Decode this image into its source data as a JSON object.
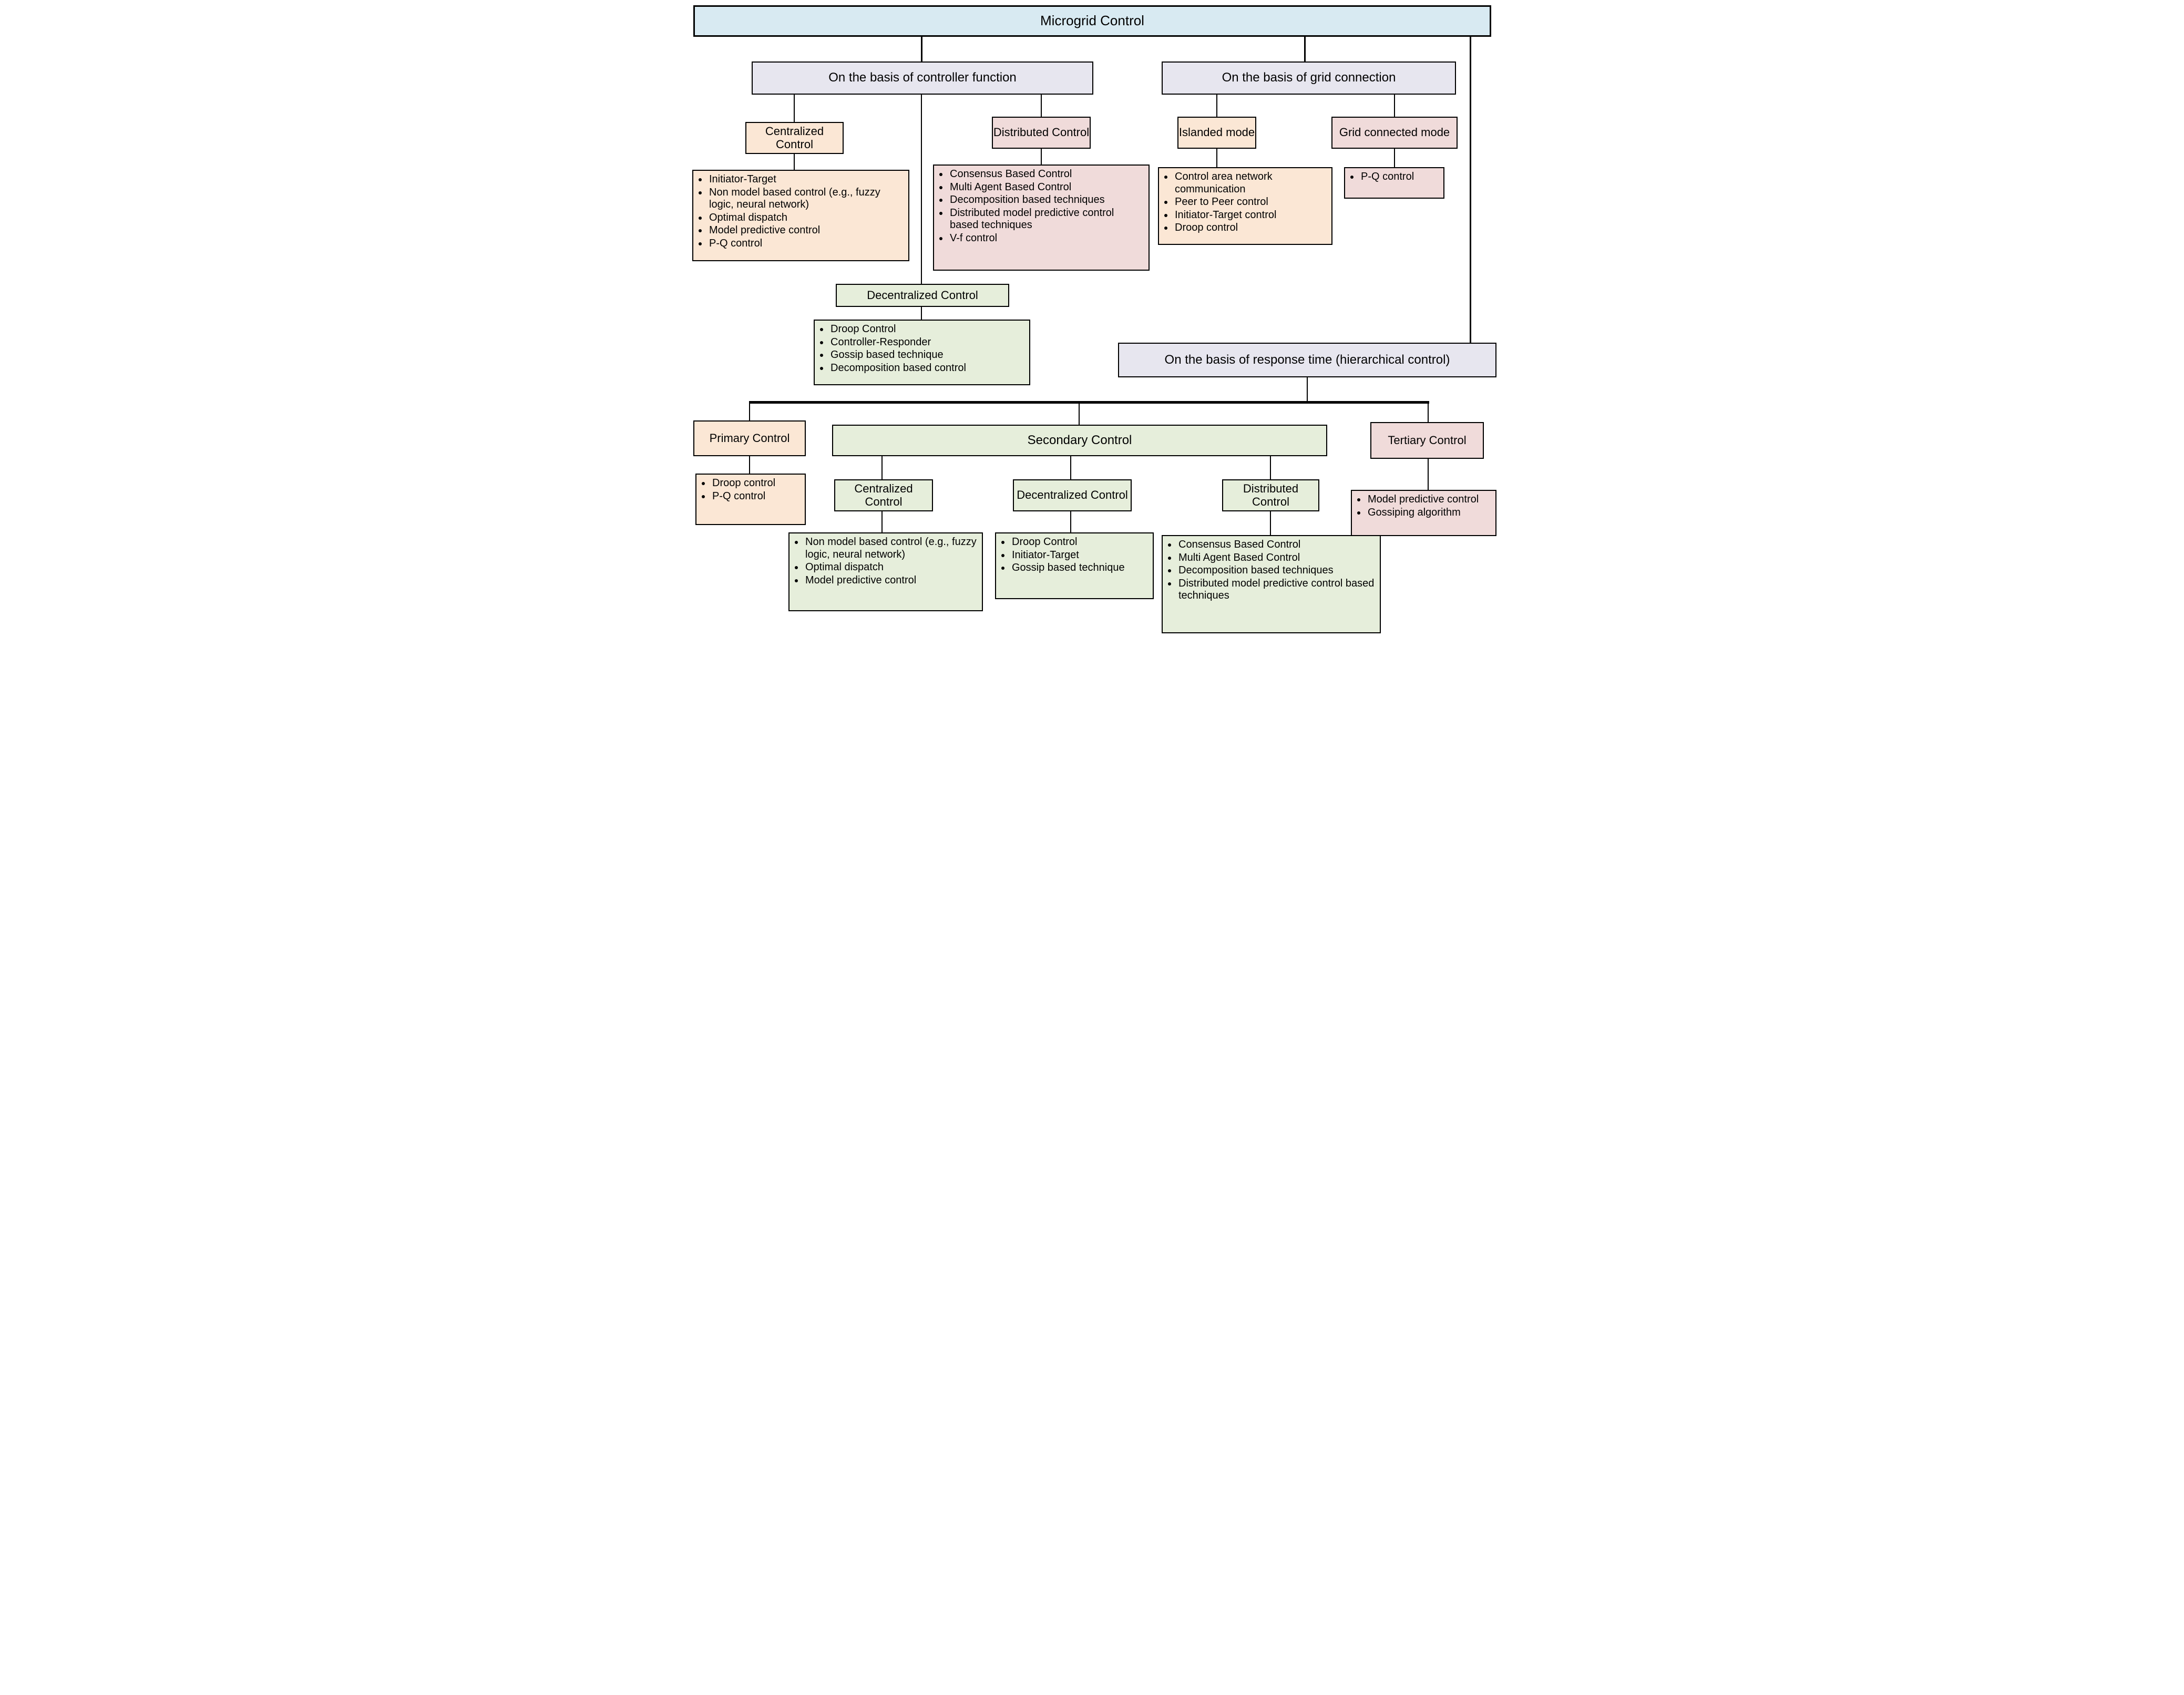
{
  "root": {
    "title": "Microgrid Control"
  },
  "controller_function": {
    "header": "On the basis of controller function",
    "centralized": {
      "title": "Centralized Control",
      "items": [
        "Initiator-Target",
        "Non model based control (e.g., fuzzy logic, neural network)",
        "Optimal dispatch",
        "Model predictive control",
        "P-Q control"
      ]
    },
    "distributed": {
      "title": "Distributed Control",
      "items": [
        "Consensus Based Control",
        "Multi Agent Based Control",
        "Decomposition based techniques",
        "Distributed model predictive control based techniques",
        "V-f control"
      ]
    },
    "decentralized": {
      "title": "Decentralized Control",
      "items": [
        "Droop Control",
        "Controller-Responder",
        "Gossip based technique",
        "Decomposition based control"
      ]
    }
  },
  "grid_connection": {
    "header": "On the basis of grid connection",
    "islanded": {
      "title": "Islanded mode",
      "items": [
        "Control area network communication",
        "Peer to Peer control",
        "Initiator-Target control",
        "Droop control"
      ]
    },
    "grid_connected": {
      "title": "Grid connected mode",
      "items": [
        "P-Q control"
      ]
    }
  },
  "response_time": {
    "header": "On the basis of response time (hierarchical control)",
    "primary": {
      "title": "Primary Control",
      "items": [
        "Droop control",
        "P-Q control"
      ]
    },
    "secondary": {
      "title": "Secondary Control",
      "centralized": {
        "title": "Centralized Control",
        "items": [
          "Non model based control (e.g., fuzzy logic, neural network)",
          "Optimal dispatch",
          "Model predictive control"
        ]
      },
      "decentralized": {
        "title": "Decentralized Control",
        "items": [
          "Droop Control",
          "Initiator-Target",
          "Gossip based technique"
        ]
      },
      "distributed": {
        "title": "Distributed Control",
        "items": [
          "Consensus Based Control",
          "Multi Agent Based Control",
          "Decomposition based techniques",
          "Distributed model predictive control based techniques"
        ]
      }
    },
    "tertiary": {
      "title": "Tertiary Control",
      "items": [
        "Model predictive control",
        "Gossiping algorithm"
      ]
    }
  },
  "colors": {
    "blue_fill": "#d8eaf2",
    "lavender_fill": "#e7e6ef",
    "peach_fill": "#fbe7d5",
    "rose_fill": "#f0dbda",
    "green_fill": "#e6eedb",
    "line_color": "#000000"
  }
}
